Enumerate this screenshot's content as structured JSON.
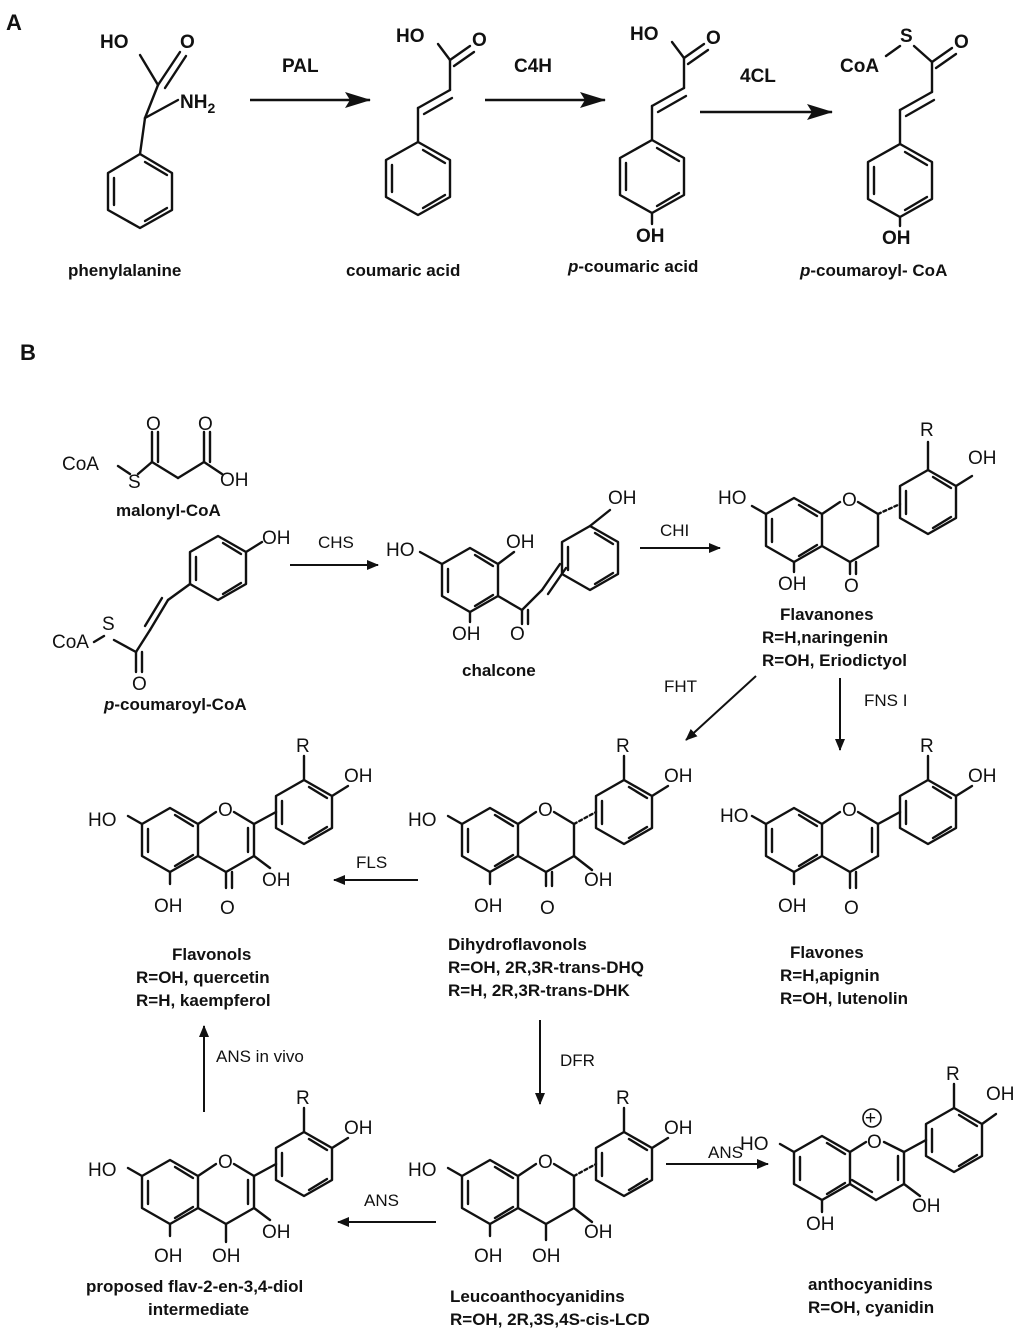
{
  "panels": {
    "a": "A",
    "b": "B"
  },
  "atoms": {
    "ho": "HO",
    "oh": "OH",
    "o": "O",
    "nh2": "NH",
    "nh2_sub": "2",
    "coa": "CoA",
    "s": "S",
    "r": "R",
    "plus": "+"
  },
  "panel_a": {
    "enzymes": {
      "pal": "PAL",
      "c4h": "C4H",
      "4cl": "4CL"
    },
    "names": {
      "phe": "phenylalanine",
      "coumaric": "coumaric acid",
      "p_prefix": "p",
      "p_coumaric": "-coumaric acid",
      "p_coumaroyl": "-coumaroyl- CoA"
    }
  },
  "panel_b": {
    "enzymes": {
      "chs": "CHS",
      "chi": "CHI",
      "fht": "FHT",
      "fns": "FNS I",
      "fls": "FLS",
      "dfr": "DFR",
      "ans1": "ANS",
      "ans2": "ANS",
      "ans_vivo": "ANS in vivo"
    },
    "names": {
      "malonyl": "malonyl-CoA",
      "p_prefix": "p",
      "p_coumaroyl": "-coumaroyl-CoA",
      "chalcone": "chalcone",
      "flavanones": [
        "Flavanones",
        "R=H,naringenin",
        "R=OH, Eriodictyol"
      ],
      "flavones": [
        "Flavones",
        "R=H,apignin",
        "R=OH, lutenolin"
      ],
      "dihydroflavonols": [
        "Dihydroflavonols",
        "R=OH, 2R,3R-trans-DHQ",
        "R=H, 2R,3R-trans-DHK"
      ],
      "flavonols": [
        "Flavonols",
        "R=OH, quercetin",
        "R=H, kaempferol"
      ],
      "leuco": [
        "Leucoanthocyanidins",
        "R=OH, 2R,3S,4S-cis-LCD"
      ],
      "antho": [
        "anthocyanidins",
        "R=OH, cyanidin"
      ],
      "diol": [
        "proposed  flav-2-en-3,4-diol",
        "intermediate"
      ]
    }
  }
}
